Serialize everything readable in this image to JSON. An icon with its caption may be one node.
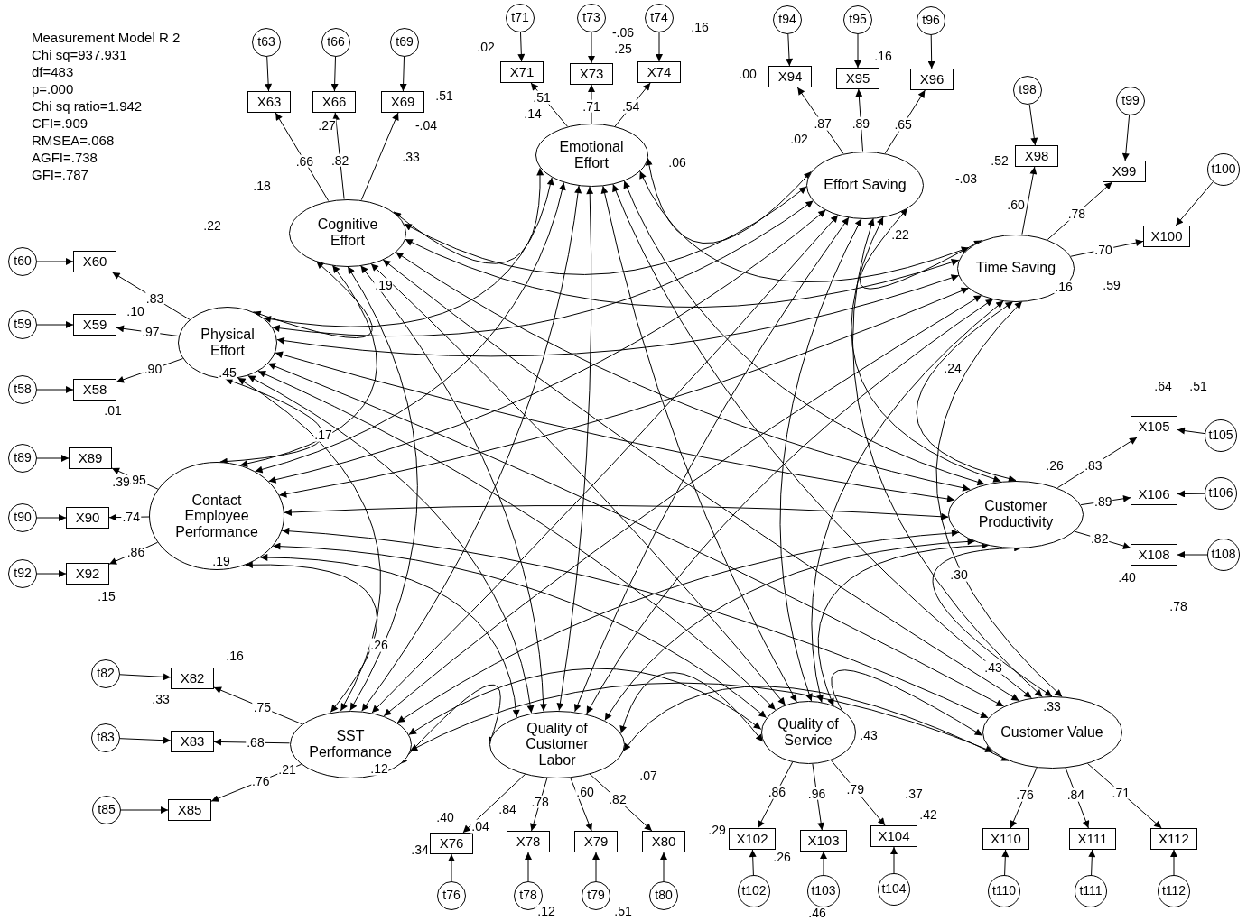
{
  "diagram": {
    "title": "Measurement Model R 2",
    "nodes": [
      {
        "text": [
          "Cognitive Effort"
        ]
      },
      {
        "text": [
          "X63"
        ]
      },
      {
        "text": [
          "X66"
        ]
      },
      {
        "text": [
          "X69"
        ]
      },
      {
        "text": [
          "t63"
        ]
      },
      {
        "text": [
          "t66"
        ]
      },
      {
        "text": [
          "t69"
        ]
      },
      {
        "text": [
          "Emotional Effort"
        ]
      },
      {
        "text": [
          "X71"
        ]
      },
      {
        "text": [
          "X73"
        ]
      },
      {
        "text": [
          "X74"
        ]
      },
      {
        "text": [
          "t71"
        ]
      },
      {
        "text": [
          "t73"
        ]
      },
      {
        "text": [
          "t74"
        ]
      },
      {
        "text": [
          "Effort Saving"
        ]
      },
      {
        "text": [
          "X94"
        ]
      },
      {
        "text": [
          "X95"
        ]
      },
      {
        "text": [
          "X96"
        ]
      },
      {
        "text": [
          "t94"
        ]
      },
      {
        "text": [
          "t95"
        ]
      },
      {
        "text": [
          "t96"
        ]
      },
      {
        "text": [
          "Time Saving"
        ]
      },
      {
        "text": [
          "X98"
        ]
      },
      {
        "text": [
          "X99"
        ]
      },
      {
        "text": [
          "X100"
        ]
      },
      {
        "text": [
          "t98"
        ]
      },
      {
        "text": [
          "t99"
        ]
      },
      {
        "text": [
          "t100"
        ]
      },
      {
        "text": [
          "Physical Effort"
        ]
      },
      {
        "text": [
          "X60"
        ]
      },
      {
        "text": [
          "X59"
        ]
      },
      {
        "text": [
          "X58"
        ]
      },
      {
        "text": [
          "t60"
        ]
      },
      {
        "text": [
          "t59"
        ]
      },
      {
        "text": [
          "t58"
        ]
      },
      {
        "text": [
          "Contact Employee Performance"
        ]
      },
      {
        "text": [
          "X89"
        ]
      },
      {
        "text": [
          "X90"
        ]
      },
      {
        "text": [
          "X92"
        ]
      },
      {
        "text": [
          "t89"
        ]
      },
      {
        "text": [
          "t90"
        ]
      },
      {
        "text": [
          "t92"
        ]
      },
      {
        "text": [
          "Customer Productivity"
        ]
      },
      {
        "text": [
          "X105"
        ]
      },
      {
        "text": [
          "X106"
        ]
      },
      {
        "text": [
          "X108"
        ]
      },
      {
        "text": [
          "t105"
        ]
      },
      {
        "text": [
          "t106"
        ]
      },
      {
        "text": [
          "t108"
        ]
      },
      {
        "text": [
          "SST Performance"
        ]
      },
      {
        "text": [
          "X82"
        ]
      },
      {
        "text": [
          "X83"
        ]
      },
      {
        "text": [
          "X85"
        ]
      },
      {
        "text": [
          "t82"
        ]
      },
      {
        "text": [
          "t83"
        ]
      },
      {
        "text": [
          "t85"
        ]
      },
      {
        "text": [
          "Quality of Customer Labor"
        ]
      },
      {
        "text": [
          "X76"
        ]
      },
      {
        "text": [
          "X78"
        ]
      },
      {
        "text": [
          "X79"
        ]
      },
      {
        "text": [
          "X80"
        ]
      },
      {
        "text": [
          "t76"
        ]
      },
      {
        "text": [
          "t78"
        ]
      },
      {
        "text": [
          "t79"
        ]
      },
      {
        "text": [
          "t80"
        ]
      },
      {
        "text": [
          "Quality of Service"
        ]
      },
      {
        "text": [
          "X102"
        ]
      },
      {
        "text": [
          "X103"
        ]
      },
      {
        "text": [
          "X104"
        ]
      },
      {
        "text": [
          "t102"
        ]
      },
      {
        "text": [
          "t103"
        ]
      },
      {
        "text": [
          "t104"
        ]
      },
      {
        "text": [
          "Customer Value"
        ]
      },
      {
        "text": [
          "X110"
        ]
      },
      {
        "text": [
          "X111"
        ]
      },
      {
        "text": [
          "X112"
        ]
      },
      {
        "text": [
          "t110"
        ]
      },
      {
        "text": [
          "t111"
        ]
      },
      {
        "text": [
          "t112"
        ]
      }
    ],
    "edges": [
      {
        "from": 0,
        "to": 1,
        "arrow": "to",
        "label": ".66"
      },
      {
        "from": 0,
        "to": 2,
        "arrow": "to",
        "label": ".82"
      },
      {
        "from": 0,
        "to": 3,
        "arrow": "to"
      },
      {
        "from": 4,
        "to": 1,
        "arrow": "to"
      },
      {
        "from": 5,
        "to": 2,
        "arrow": "to"
      },
      {
        "from": 6,
        "to": 3,
        "arrow": "to"
      },
      {
        "from": 7,
        "to": 8,
        "arrow": "to"
      },
      {
        "from": 7,
        "to": 9,
        "arrow": "to",
        "label": ".71"
      },
      {
        "from": 7,
        "to": 10,
        "arrow": "to",
        "label": ".54"
      },
      {
        "from": 11,
        "to": 8,
        "arrow": "to"
      },
      {
        "from": 12,
        "to": 9,
        "arrow": "to"
      },
      {
        "from": 13,
        "to": 10,
        "arrow": "to"
      },
      {
        "from": 14,
        "to": 15,
        "arrow": "to",
        "label": ".87"
      },
      {
        "from": 14,
        "to": 16,
        "arrow": "to",
        "label": ".89"
      },
      {
        "from": 14,
        "to": 17,
        "arrow": "to",
        "label": ".65"
      },
      {
        "from": 18,
        "to": 15,
        "arrow": "to"
      },
      {
        "from": 19,
        "to": 16,
        "arrow": "to"
      },
      {
        "from": 20,
        "to": 17,
        "arrow": "to"
      },
      {
        "from": 21,
        "to": 22,
        "arrow": "to"
      },
      {
        "from": 21,
        "to": 23,
        "arrow": "to",
        "label": ".78"
      },
      {
        "from": 21,
        "to": 24,
        "arrow": "to",
        "label": ".70"
      },
      {
        "from": 25,
        "to": 22,
        "arrow": "to"
      },
      {
        "from": 26,
        "to": 23,
        "arrow": "to"
      },
      {
        "from": 27,
        "to": 24,
        "arrow": "to"
      },
      {
        "from": 28,
        "to": 29,
        "arrow": "to",
        "label": ".83"
      },
      {
        "from": 28,
        "to": 30,
        "arrow": "to",
        "label": ".97"
      },
      {
        "from": 28,
        "to": 31,
        "arrow": "to",
        "label": ".90"
      },
      {
        "from": 32,
        "to": 29,
        "arrow": "to"
      },
      {
        "from": 33,
        "to": 30,
        "arrow": "to"
      },
      {
        "from": 34,
        "to": 31,
        "arrow": "to"
      },
      {
        "from": 35,
        "to": 36,
        "arrow": "to",
        "label": ".95"
      },
      {
        "from": 35,
        "to": 37,
        "arrow": "to",
        "label": ".74"
      },
      {
        "from": 35,
        "to": 38,
        "arrow": "to",
        "label": ".86"
      },
      {
        "from": 39,
        "to": 36,
        "arrow": "to"
      },
      {
        "from": 40,
        "to": 37,
        "arrow": "to"
      },
      {
        "from": 41,
        "to": 38,
        "arrow": "to"
      },
      {
        "from": 42,
        "to": 43,
        "arrow": "to",
        "label": ".83"
      },
      {
        "from": 42,
        "to": 44,
        "arrow": "to",
        "label": ".89"
      },
      {
        "from": 42,
        "to": 45,
        "arrow": "to",
        "label": ".82"
      },
      {
        "from": 46,
        "to": 43,
        "arrow": "to"
      },
      {
        "from": 47,
        "to": 44,
        "arrow": "to"
      },
      {
        "from": 48,
        "to": 45,
        "arrow": "to"
      },
      {
        "from": 49,
        "to": 50,
        "arrow": "to",
        "label": ".75"
      },
      {
        "from": 49,
        "to": 51,
        "arrow": "to",
        "label": ".68"
      },
      {
        "from": 49,
        "to": 52,
        "arrow": "to",
        "label": ".76"
      },
      {
        "from": 53,
        "to": 50,
        "arrow": "to"
      },
      {
        "from": 54,
        "to": 51,
        "arrow": "to"
      },
      {
        "from": 55,
        "to": 52,
        "arrow": "to"
      },
      {
        "from": 56,
        "to": 57,
        "arrow": "to"
      },
      {
        "from": 56,
        "to": 58,
        "arrow": "to",
        "label": ".78"
      },
      {
        "from": 56,
        "to": 59,
        "arrow": "to"
      },
      {
        "from": 56,
        "to": 60,
        "arrow": "to",
        "label": ".82"
      },
      {
        "from": 61,
        "to": 57,
        "arrow": "to"
      },
      {
        "from": 62,
        "to": 58,
        "arrow": "to"
      },
      {
        "from": 63,
        "to": 59,
        "arrow": "to"
      },
      {
        "from": 64,
        "to": 60,
        "arrow": "to"
      },
      {
        "from": 65,
        "to": 66,
        "arrow": "to",
        "label": ".86"
      },
      {
        "from": 65,
        "to": 67,
        "arrow": "to",
        "label": ".96"
      },
      {
        "from": 65,
        "to": 68,
        "arrow": "to",
        "label": ".79"
      },
      {
        "from": 69,
        "to": 66,
        "arrow": "to"
      },
      {
        "from": 70,
        "to": 67,
        "arrow": "to"
      },
      {
        "from": 71,
        "to": 68,
        "arrow": "to"
      },
      {
        "from": 72,
        "to": 73,
        "arrow": "to",
        "label": ".76"
      },
      {
        "from": 72,
        "to": 74,
        "arrow": "to",
        "label": ".84"
      },
      {
        "from": 72,
        "to": 75,
        "arrow": "to",
        "label": ".71"
      },
      {
        "from": 76,
        "to": 73,
        "arrow": "to"
      },
      {
        "from": 77,
        "to": 74,
        "arrow": "to"
      },
      {
        "from": 78,
        "to": 75,
        "arrow": "to"
      },
      {
        "from": 0,
        "to": 7,
        "arrow": "both"
      },
      {
        "from": 0,
        "to": 14,
        "arrow": "both"
      },
      {
        "from": 0,
        "to": 21,
        "arrow": "both"
      },
      {
        "from": 0,
        "to": 28,
        "arrow": "both"
      },
      {
        "from": 0,
        "to": 35,
        "arrow": "both"
      },
      {
        "from": 0,
        "to": 42,
        "arrow": "both"
      },
      {
        "from": 0,
        "to": 49,
        "arrow": "both"
      },
      {
        "from": 0,
        "to": 56,
        "arrow": "both"
      },
      {
        "from": 0,
        "to": 65,
        "arrow": "both"
      },
      {
        "from": 0,
        "to": 72,
        "arrow": "both"
      },
      {
        "from": 7,
        "to": 14,
        "arrow": "both"
      },
      {
        "from": 7,
        "to": 21,
        "arrow": "both"
      },
      {
        "from": 7,
        "to": 28,
        "arrow": "both"
      },
      {
        "from": 7,
        "to": 35,
        "arrow": "both"
      },
      {
        "from": 7,
        "to": 42,
        "arrow": "both"
      },
      {
        "from": 7,
        "to": 49,
        "arrow": "both"
      },
      {
        "from": 7,
        "to": 56,
        "arrow": "both"
      },
      {
        "from": 7,
        "to": 65,
        "arrow": "both"
      },
      {
        "from": 7,
        "to": 72,
        "arrow": "both"
      },
      {
        "from": 14,
        "to": 21,
        "arrow": "both"
      },
      {
        "from": 14,
        "to": 28,
        "arrow": "both"
      },
      {
        "from": 14,
        "to": 35,
        "arrow": "both"
      },
      {
        "from": 14,
        "to": 42,
        "arrow": "both"
      },
      {
        "from": 14,
        "to": 49,
        "arrow": "both"
      },
      {
        "from": 14,
        "to": 56,
        "arrow": "both"
      },
      {
        "from": 14,
        "to": 65,
        "arrow": "both"
      },
      {
        "from": 14,
        "to": 72,
        "arrow": "both"
      },
      {
        "from": 21,
        "to": 28,
        "arrow": "both"
      },
      {
        "from": 21,
        "to": 35,
        "arrow": "both"
      },
      {
        "from": 21,
        "to": 42,
        "arrow": "both"
      },
      {
        "from": 21,
        "to": 49,
        "arrow": "both"
      },
      {
        "from": 21,
        "to": 56,
        "arrow": "both"
      },
      {
        "from": 21,
        "to": 65,
        "arrow": "both"
      },
      {
        "from": 21,
        "to": 72,
        "arrow": "both"
      },
      {
        "from": 28,
        "to": 35,
        "arrow": "both"
      },
      {
        "from": 28,
        "to": 42,
        "arrow": "both"
      },
      {
        "from": 28,
        "to": 49,
        "arrow": "both"
      },
      {
        "from": 28,
        "to": 56,
        "arrow": "both"
      },
      {
        "from": 28,
        "to": 65,
        "arrow": "both"
      },
      {
        "from": 28,
        "to": 72,
        "arrow": "both"
      },
      {
        "from": 35,
        "to": 42,
        "arrow": "both"
      },
      {
        "from": 35,
        "to": 49,
        "arrow": "both"
      },
      {
        "from": 35,
        "to": 56,
        "arrow": "both"
      },
      {
        "from": 35,
        "to": 65,
        "arrow": "both"
      },
      {
        "from": 35,
        "to": 72,
        "arrow": "both"
      },
      {
        "from": 42,
        "to": 49,
        "arrow": "both"
      },
      {
        "from": 42,
        "to": 56,
        "arrow": "both"
      },
      {
        "from": 42,
        "to": 65,
        "arrow": "both"
      },
      {
        "from": 42,
        "to": 72,
        "arrow": "both"
      },
      {
        "from": 49,
        "to": 56,
        "arrow": "both"
      },
      {
        "from": 49,
        "to": 65,
        "arrow": "both"
      },
      {
        "from": 49,
        "to": 72,
        "arrow": "both"
      },
      {
        "from": 56,
        "to": 65,
        "arrow": "both"
      },
      {
        "from": 56,
        "to": 72,
        "arrow": "both"
      },
      {
        "from": 65,
        "to": 72,
        "arrow": "both"
      }
    ],
    "labels": [
      "Chi sq=937.931",
      "df=483",
      "p=.000",
      "Chi sq ratio=1.942",
      "CFI=.909",
      "RMSEA=.068",
      "AGFI=.738",
      "GFI=.787",
      ".02",
      "-.06",
      ".25",
      ".16",
      ".51",
      ".27",
      "-.04",
      ".51",
      ".14",
      ".33",
      ".00",
      ".16",
      ".18",
      ".02",
      ".06",
      "-.03",
      ".52",
      ".22",
      ".60",
      ".22",
      ".16",
      ".59",
      ".10",
      ".19",
      ".45",
      ".01",
      ".17",
      ".24",
      ".64",
      ".51",
      ".39",
      ".26",
      ".19",
      ".15",
      ".30",
      ".40",
      ".78",
      ".43",
      ".26",
      ".16",
      ".33",
      ".33",
      ".43",
      ".21",
      ".12",
      ".40",
      ".84",
      ".04",
      ".34",
      ".07",
      ".60",
      ".37",
      ".29",
      ".42",
      ".26",
      ".12",
      ".51",
      ".46"
    ]
  }
}
